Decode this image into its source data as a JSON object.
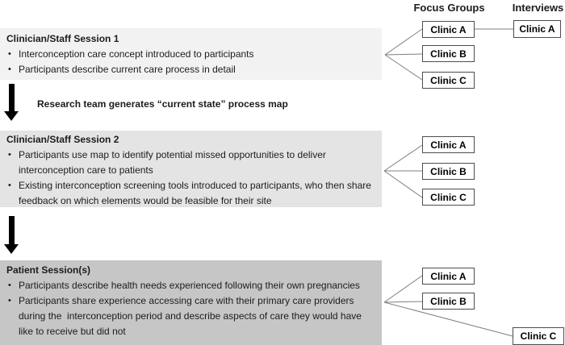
{
  "glyphs": {
    "bullet": "•"
  },
  "palette": {
    "session1_bg": "#f2f2f2",
    "session2_bg": "#e4e4e4",
    "session3_bg": "#c6c6c6",
    "clinic_box_border": "#4d4d4d",
    "connector_line": "#7f7f7f",
    "process_arrow": "#000000",
    "text": "#1c1c1c"
  },
  "column_headers": {
    "focus_groups": "Focus Groups",
    "interviews": "Interviews"
  },
  "process_arrow_label": "Research team generates “current state” process map",
  "sessions": [
    {
      "title": "Clinician/Staff Session 1",
      "bullets": [
        "Interconception care concept introduced to participants",
        "Participants describe current care process in detail"
      ]
    },
    {
      "title": "Clinician/Staff Session 2",
      "bullets": [
        "Participants use map to identify potential missed opportunities to deliver\ninterconception care to patients",
        "Existing interconception screening tools introduced to participants, who then share\nfeedback on which elements would be feasible for their site"
      ]
    },
    {
      "title": "Patient Session(s)",
      "bullets": [
        "Participants describe health needs experienced following their own pregnancies",
        "Participants share experience accessing care with their primary care providers\nduring the  interconception period and describe aspects of care they would have\nlike to receive but did not"
      ]
    }
  ],
  "groups": [
    {
      "focus_groups": [
        "Clinic A",
        "Clinic B",
        "Clinic C"
      ],
      "interviews": [
        "Clinic A"
      ]
    },
    {
      "focus_groups": [
        "Clinic A",
        "Clinic B",
        "Clinic C"
      ],
      "interviews": []
    },
    {
      "focus_groups": [
        "Clinic A",
        "Clinic B"
      ],
      "interviews": [
        "Clinic C"
      ]
    }
  ]
}
